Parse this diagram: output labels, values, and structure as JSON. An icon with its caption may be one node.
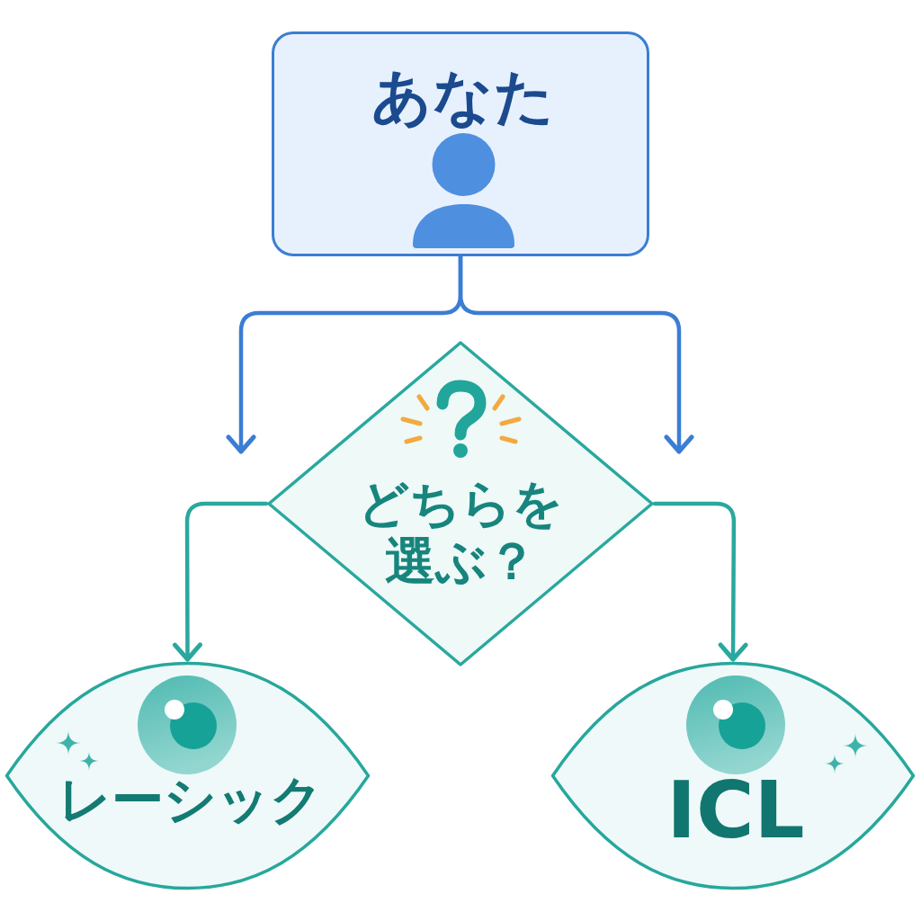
{
  "diagram": {
    "nodes": [
      {
        "text": [
          "あなた"
        ]
      },
      {
        "text": [
          "どちらを選ぶ？"
        ]
      },
      {
        "text": [
          "レーシック"
        ]
      },
      {
        "text": [
          "ICL"
        ]
      }
    ],
    "edges": [
      {
        "from": 0,
        "to": null,
        "arrow": "to",
        "color": "#3b7dd3"
      },
      {
        "from": 0,
        "to": null,
        "arrow": "to",
        "color": "#3b7dd3"
      },
      {
        "from": 1,
        "to": 2,
        "arrow": "to",
        "color": "#2aa89e"
      },
      {
        "from": 1,
        "to": 3,
        "arrow": "to",
        "color": "#2aa89e"
      }
    ]
  }
}
